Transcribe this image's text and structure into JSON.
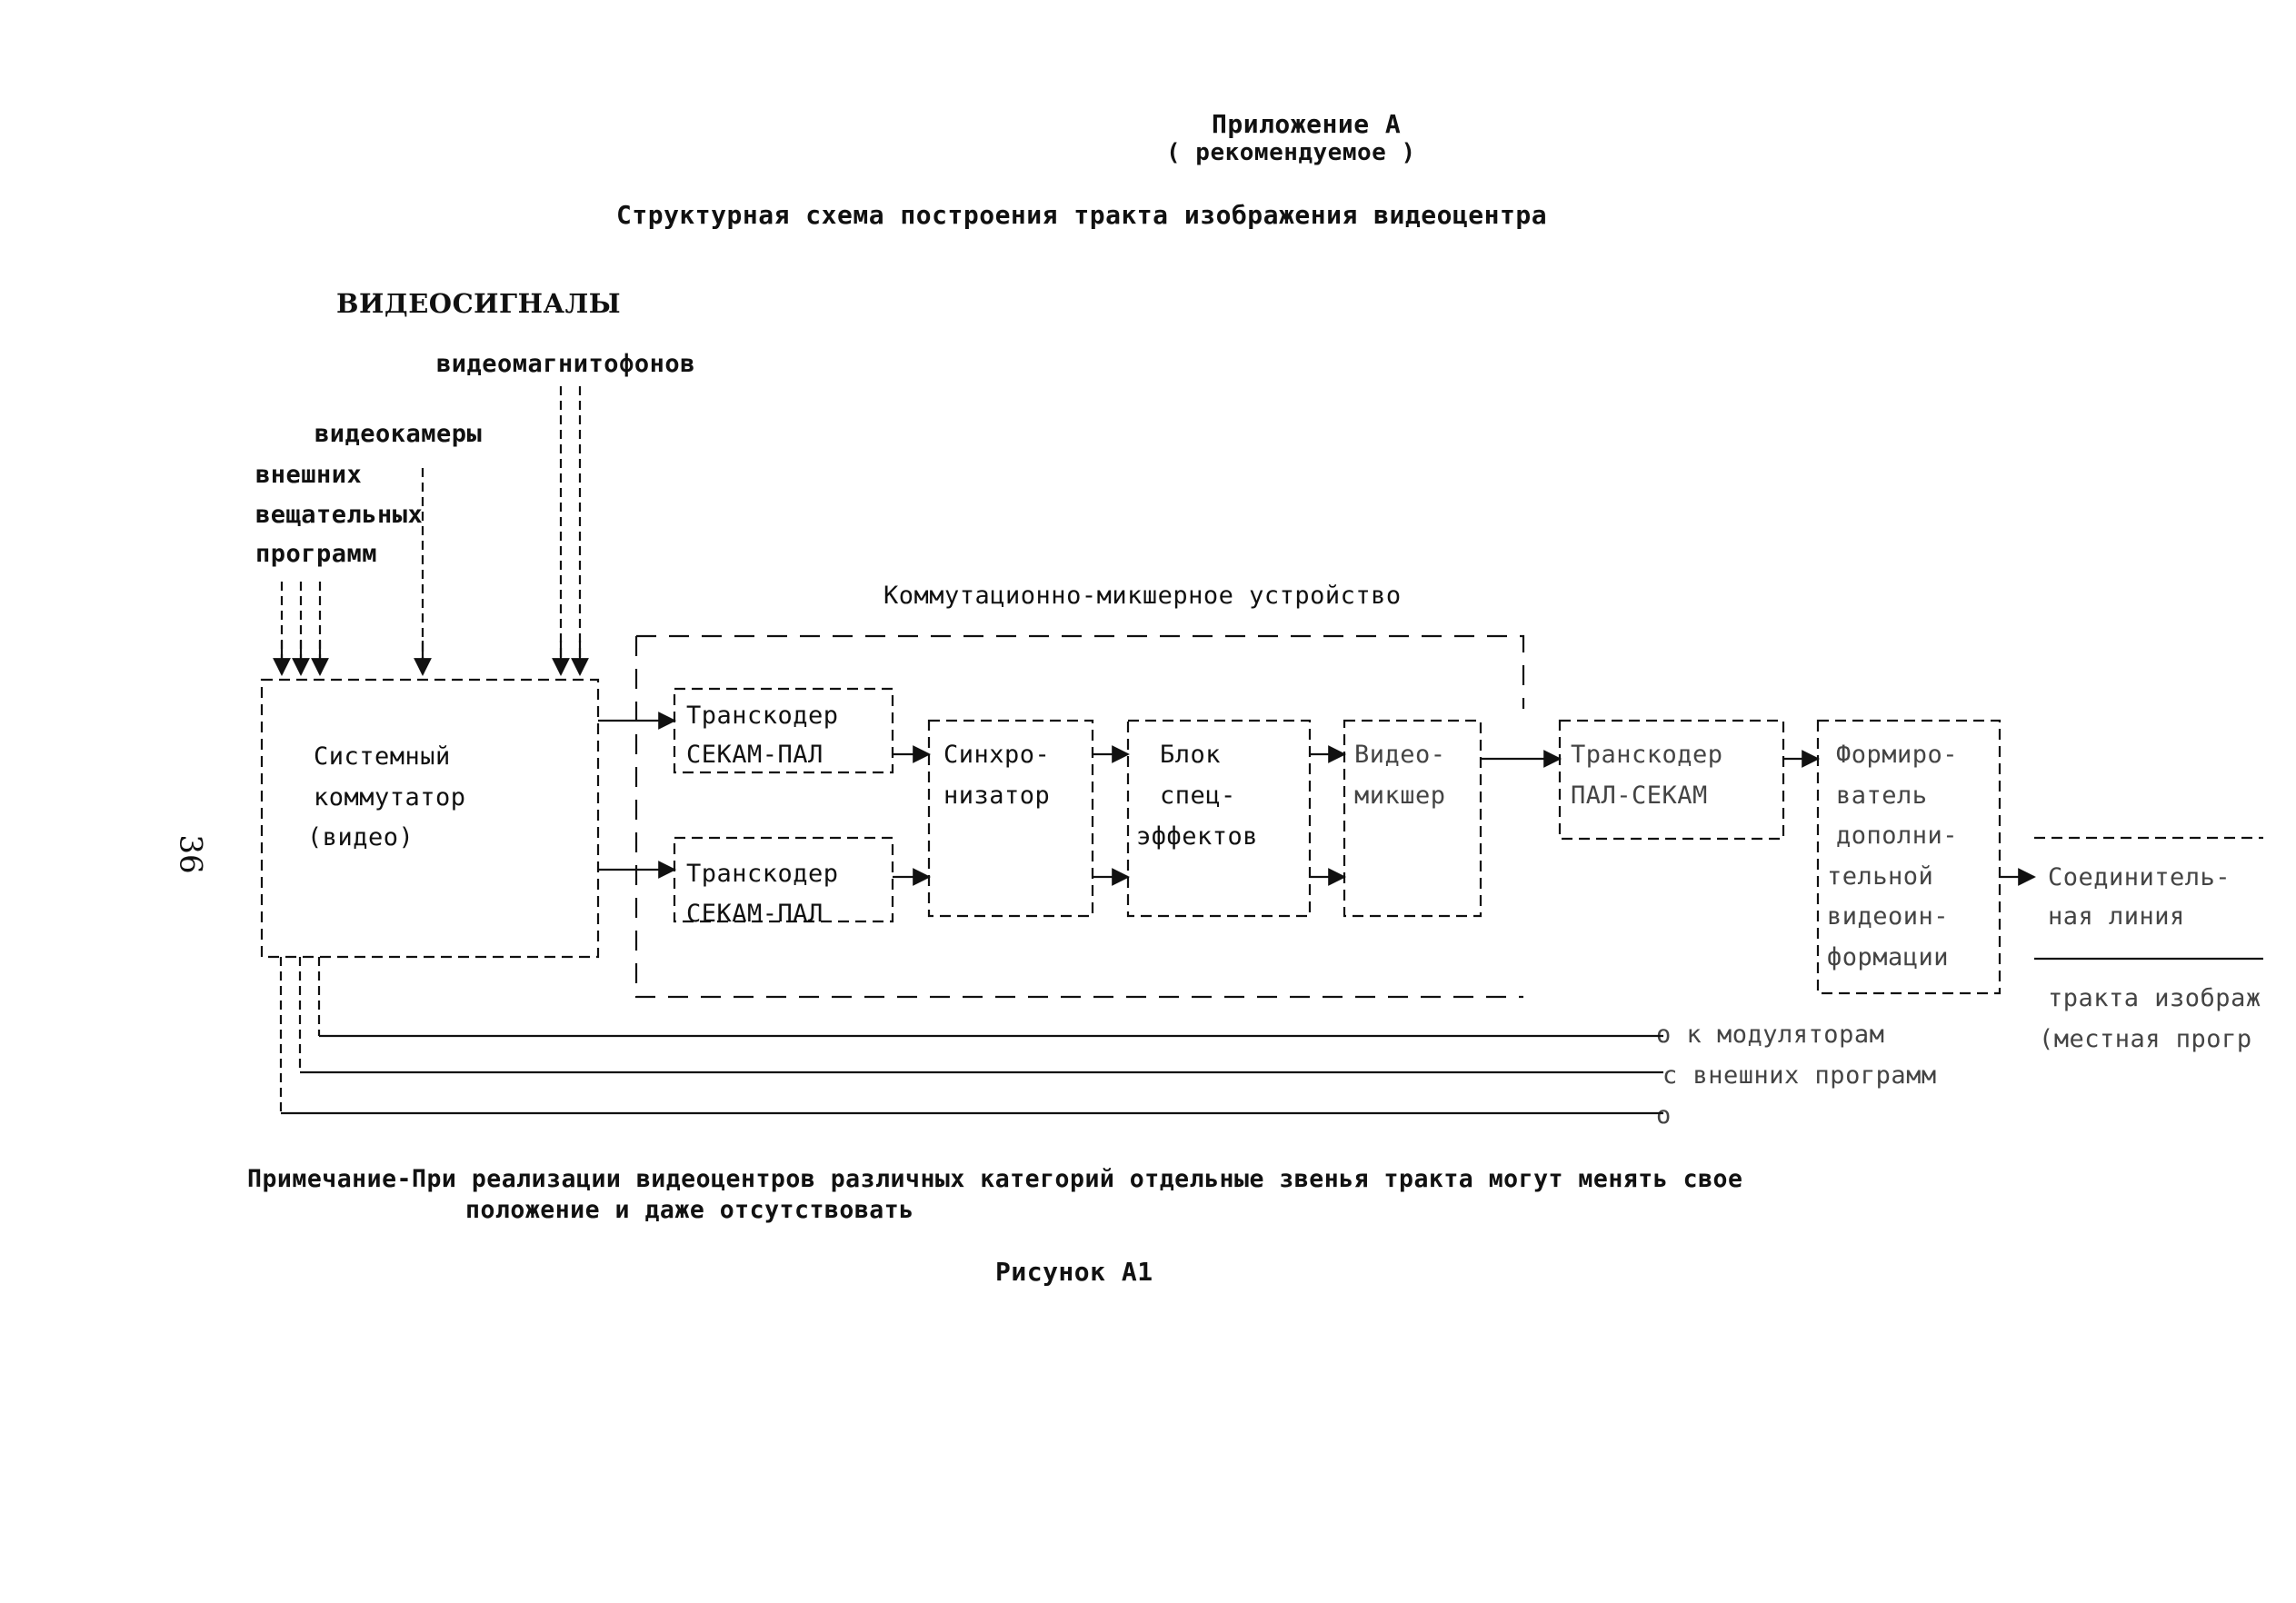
{
  "header": {
    "appendix": "Приложение А",
    "status": "( рекомендуемое )",
    "title": "Структурная схема построения тракта изображения видеоцентра"
  },
  "sources": {
    "heading": "ВИДЕОСИГНАЛЫ",
    "vtr": "видеомагнитофонов",
    "cameras": "видеокамеры",
    "external_1": "внешних",
    "external_2": "вещательных",
    "external_3": "программ"
  },
  "mixer_label": "Коммутационно-микшерное устройство",
  "blocks": {
    "switcher": [
      "Системный",
      "коммутатор",
      "(видео)"
    ],
    "transcoder_1": [
      "Транскодер",
      "СЕКАМ-ПАЛ"
    ],
    "transcoder_2": [
      "Транскодер",
      "СЕКАМ-ПАЛ"
    ],
    "sync": [
      "Синхро-",
      "низатор"
    ],
    "effects": [
      "Блок",
      "спец-",
      "эффектов"
    ],
    "vmixer": [
      "Видео-",
      "микшер"
    ],
    "transcoder_3": [
      "Транскодер",
      "ПАЛ-СЕКАМ"
    ],
    "former": [
      "Формиро-",
      "ватель",
      "дополни-",
      "тельной",
      "видеоин-",
      "формации"
    ],
    "link": [
      "Соединитель-",
      "ная линия"
    ]
  },
  "outputs": {
    "path": "тракта изображ",
    "local": "(местная прогр",
    "modulators": "о к модуляторам",
    "external": "с внешних программ",
    "terminal": "о"
  },
  "note": {
    "line1": "Примечание-При реализации видеоцентров различных категорий отдельные звенья тракта могут  менять свое",
    "line2": "положение и даже отсутствовать"
  },
  "figure_caption": "Рисунок А1",
  "page_number": "36"
}
